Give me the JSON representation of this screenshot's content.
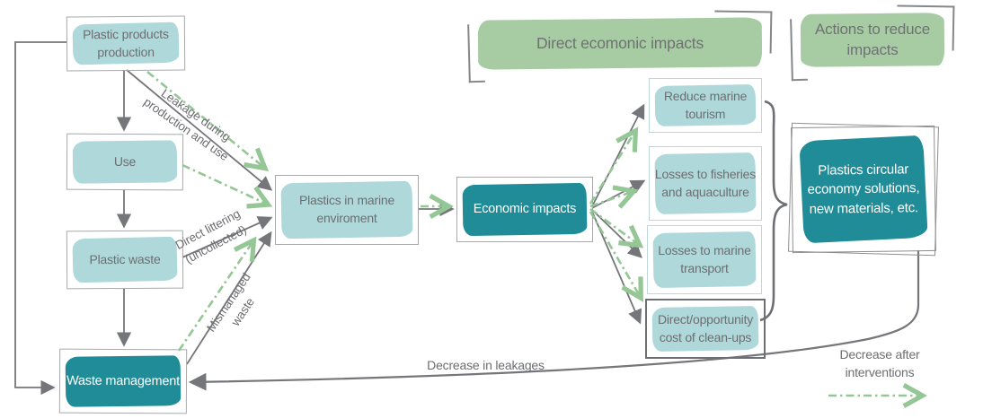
{
  "figure": {
    "type": "flow-diagram",
    "title_banners": {
      "direct_economic_impacts": "Direct ecomonic impacts",
      "actions_to_reduce_impacts": "Actions to reduce impacts"
    }
  },
  "nodes": {
    "production": {
      "label": "Plastic products production",
      "style": "light-teal"
    },
    "use": {
      "label": "Use",
      "style": "light-teal"
    },
    "plastic_waste": {
      "label": "Plastic waste",
      "style": "light-teal"
    },
    "waste_management": {
      "label": "Waste management",
      "style": "dark-teal"
    },
    "marine": {
      "label": "Plastics in marine enviroment",
      "style": "light-teal"
    },
    "economic": {
      "label": "Economic impacts",
      "style": "dark-teal"
    },
    "tourism": {
      "label": "Reduce marine tourism",
      "style": "light-teal"
    },
    "fisheries": {
      "label": "Losses to fisheries and aquaculture",
      "style": "light-teal"
    },
    "transport": {
      "label": "Losses to marine transport",
      "style": "light-teal"
    },
    "cleanups": {
      "label": "Direct/opportunity cost of clean-ups",
      "style": "light-teal"
    },
    "circular": {
      "label": "Plastics circular economy solutions, new materials, etc.",
      "style": "dark-teal"
    }
  },
  "edge_labels": {
    "leakage": "Leakage during production and use",
    "littering": "Direct littering (uncollected)",
    "mismanaged": "Mismanaged waste",
    "decrease_leakages": "Decrease in leakages"
  },
  "legend": {
    "decrease_after_interventions": "Decrease after interventions"
  },
  "colors": {
    "light_teal": "#afd8da",
    "dark_teal": "#1f8c97",
    "sage_green": "#a7cca4",
    "arrow_green": "#94c795",
    "line_gray": "#75767a",
    "text_gray": "#6d6e71"
  }
}
